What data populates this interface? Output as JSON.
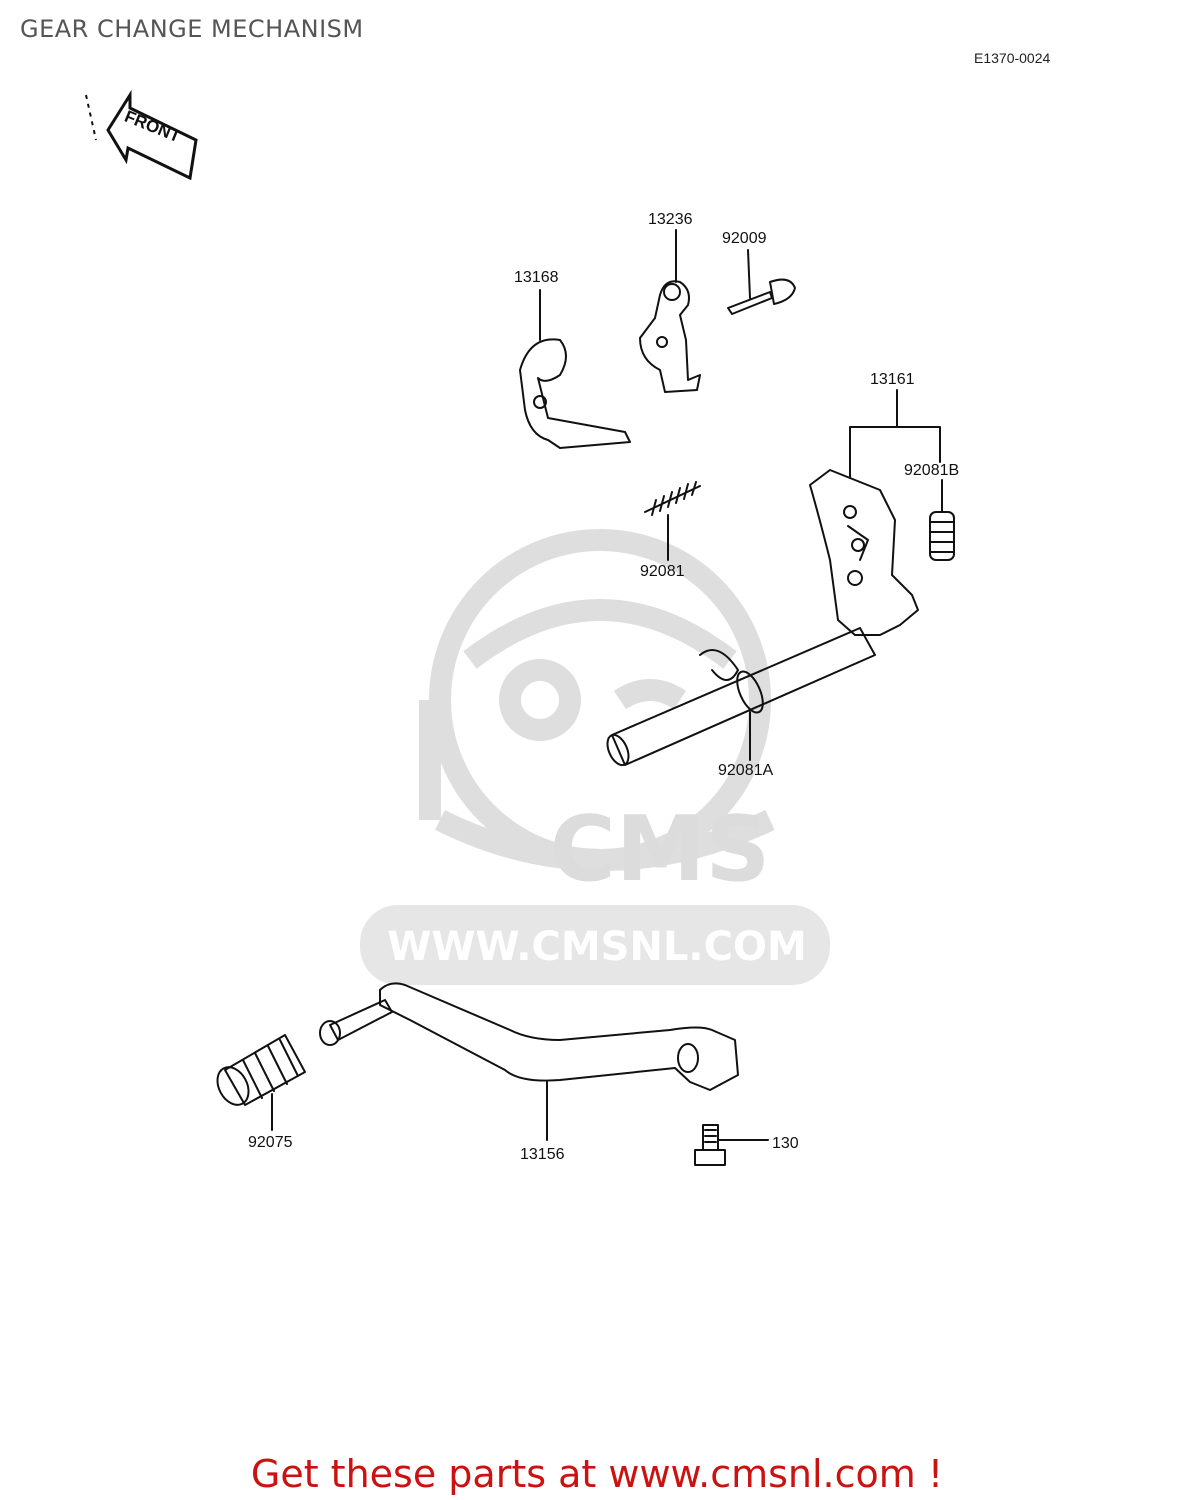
{
  "header": {
    "title": "GEAR CHANGE MECHANISM",
    "diagram_code": "E1370-0024"
  },
  "orientation": {
    "arrow_label": "FRONT"
  },
  "watermark": {
    "logo_text": "CMS",
    "url_text": "WWW.CMSNL.COM"
  },
  "parts": [
    {
      "number": "13236"
    },
    {
      "number": "92009"
    },
    {
      "number": "13168"
    },
    {
      "number": "13161"
    },
    {
      "number": "92081B"
    },
    {
      "number": "92081"
    },
    {
      "number": "92081A"
    },
    {
      "number": "92075"
    },
    {
      "number": "13156"
    },
    {
      "number": "130"
    }
  ],
  "footer": {
    "link_text": "Get these parts at www.cmsnl.com !"
  },
  "colors": {
    "footer_text": "#cc1111",
    "watermark": "#dcdcdc",
    "line_art": "#111111"
  }
}
